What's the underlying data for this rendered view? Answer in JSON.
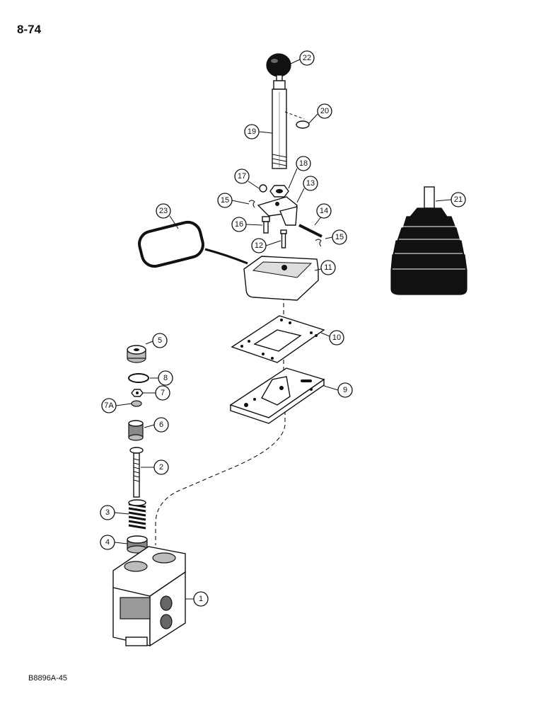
{
  "page": {
    "number": "8-74",
    "figure_code": "B8896A-45"
  },
  "callouts": [
    {
      "label": "22",
      "part": "knob"
    },
    {
      "label": "20",
      "part": "lock-washer"
    },
    {
      "label": "19",
      "part": "lever-shaft"
    },
    {
      "label": "18",
      "part": "nut"
    },
    {
      "label": "17",
      "part": "nut-small"
    },
    {
      "label": "13",
      "part": "bracket-plate"
    },
    {
      "label": "15",
      "part": "clip"
    },
    {
      "label": "16",
      "part": "bolt"
    },
    {
      "label": "14",
      "part": "pin"
    },
    {
      "label": "15",
      "part": "clip"
    },
    {
      "label": "12",
      "part": "screw"
    },
    {
      "label": "23",
      "part": "seal-ring"
    },
    {
      "label": "11",
      "part": "housing-tray"
    },
    {
      "label": "21",
      "part": "boot"
    },
    {
      "label": "10",
      "part": "gasket-plate"
    },
    {
      "label": "9",
      "part": "base-plate"
    },
    {
      "label": "5",
      "part": "cap"
    },
    {
      "label": "8",
      "part": "o-ring"
    },
    {
      "label": "7",
      "part": "nut"
    },
    {
      "label": "7A",
      "part": "washer"
    },
    {
      "label": "6",
      "part": "sleeve"
    },
    {
      "label": "2",
      "part": "spool"
    },
    {
      "label": "3",
      "part": "spring"
    },
    {
      "label": "4",
      "part": "bushing"
    },
    {
      "label": "1",
      "part": "valve-body"
    }
  ]
}
